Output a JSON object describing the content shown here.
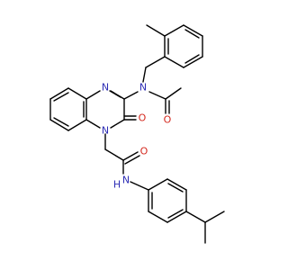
{
  "structure": {
    "atom_labels": {
      "N_amide_top": "N",
      "O_acetyl": "O",
      "N_ring_top": "N",
      "O_ring": "O",
      "N_ring_bottom": "N",
      "O_side": "O",
      "N_anilide": "N",
      "H_anilide": "H"
    }
  },
  "colors": {
    "bond": "#000000",
    "nitrogen": "#2d2db5",
    "oxygen": "#d4291f",
    "background": "#ffffff"
  }
}
